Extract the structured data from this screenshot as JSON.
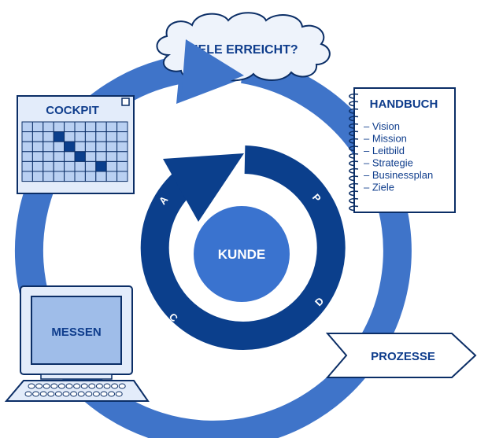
{
  "center_label": "KUNDE",
  "goal_cloud_label": "ZIELE ERREICHT?",
  "cockpit": {
    "title": "COCKPIT"
  },
  "handbook": {
    "title": "HANDBUCH",
    "items": [
      "Vision",
      "Mission",
      "Leitbild",
      "Strategie",
      "Businessplan",
      "Ziele"
    ]
  },
  "measure_label": "MESSEN",
  "process_label": "PROZESSE",
  "pdca": {
    "p": "P",
    "d": "D",
    "c": "C",
    "a": "A"
  },
  "colors": {
    "outer_ring": "#3f74c9",
    "inner_ring": "#0b3f8c",
    "center": "#3a73cf",
    "label_text": "#0f3d8c",
    "light_fill": "#e3ecfa",
    "grid_cell": "#b9d0f2",
    "grid_dark": "#0b3f8c"
  }
}
